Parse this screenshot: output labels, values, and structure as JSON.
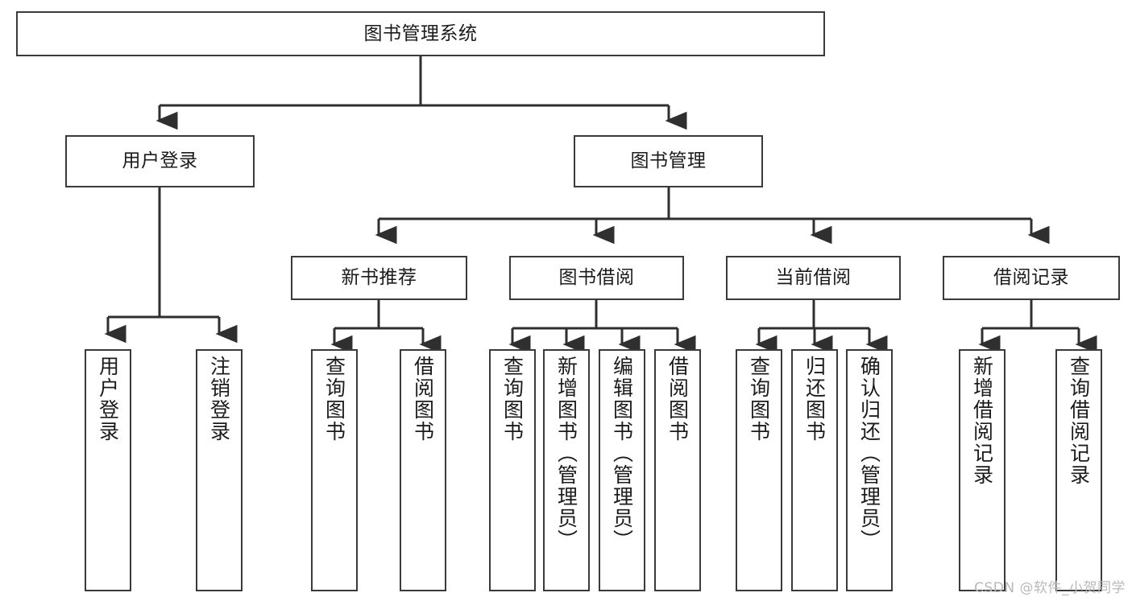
{
  "diagram": {
    "type": "tree",
    "title": "图书管理系统",
    "watermark": "CSDN @软件_小贺同学",
    "colors": {
      "box_border": "#3a3a3a",
      "box_fill": "#ffffff",
      "edge": "#2f2f2f",
      "text": "#1b1b1b",
      "watermark": "#b9b9b9",
      "background": "#ffffff"
    },
    "root": {
      "label": "图书管理系统"
    },
    "level2": [
      {
        "label": "用户登录"
      },
      {
        "label": "图书管理"
      }
    ],
    "level3": [
      {
        "label": "新书推荐"
      },
      {
        "label": "图书借阅"
      },
      {
        "label": "当前借阅"
      },
      {
        "label": "借阅记录"
      }
    ],
    "leaves": {
      "user_login": [
        {
          "label": "用户登录"
        },
        {
          "label": "注销登录"
        }
      ],
      "new_book_recommend": [
        {
          "label": "查询图书"
        },
        {
          "label": "借阅图书"
        }
      ],
      "book_borrow": [
        {
          "label": "查询图书"
        },
        {
          "label": "新增图书（管理员）"
        },
        {
          "label": "编辑图书（管理员）"
        },
        {
          "label": "借阅图书"
        }
      ],
      "current_borrow": [
        {
          "label": "查询图书"
        },
        {
          "label": "归还图书"
        },
        {
          "label": "确认归还（管理员）"
        }
      ],
      "borrow_record": [
        {
          "label": "新增借阅记录"
        },
        {
          "label": "查询借阅记录"
        }
      ]
    }
  }
}
